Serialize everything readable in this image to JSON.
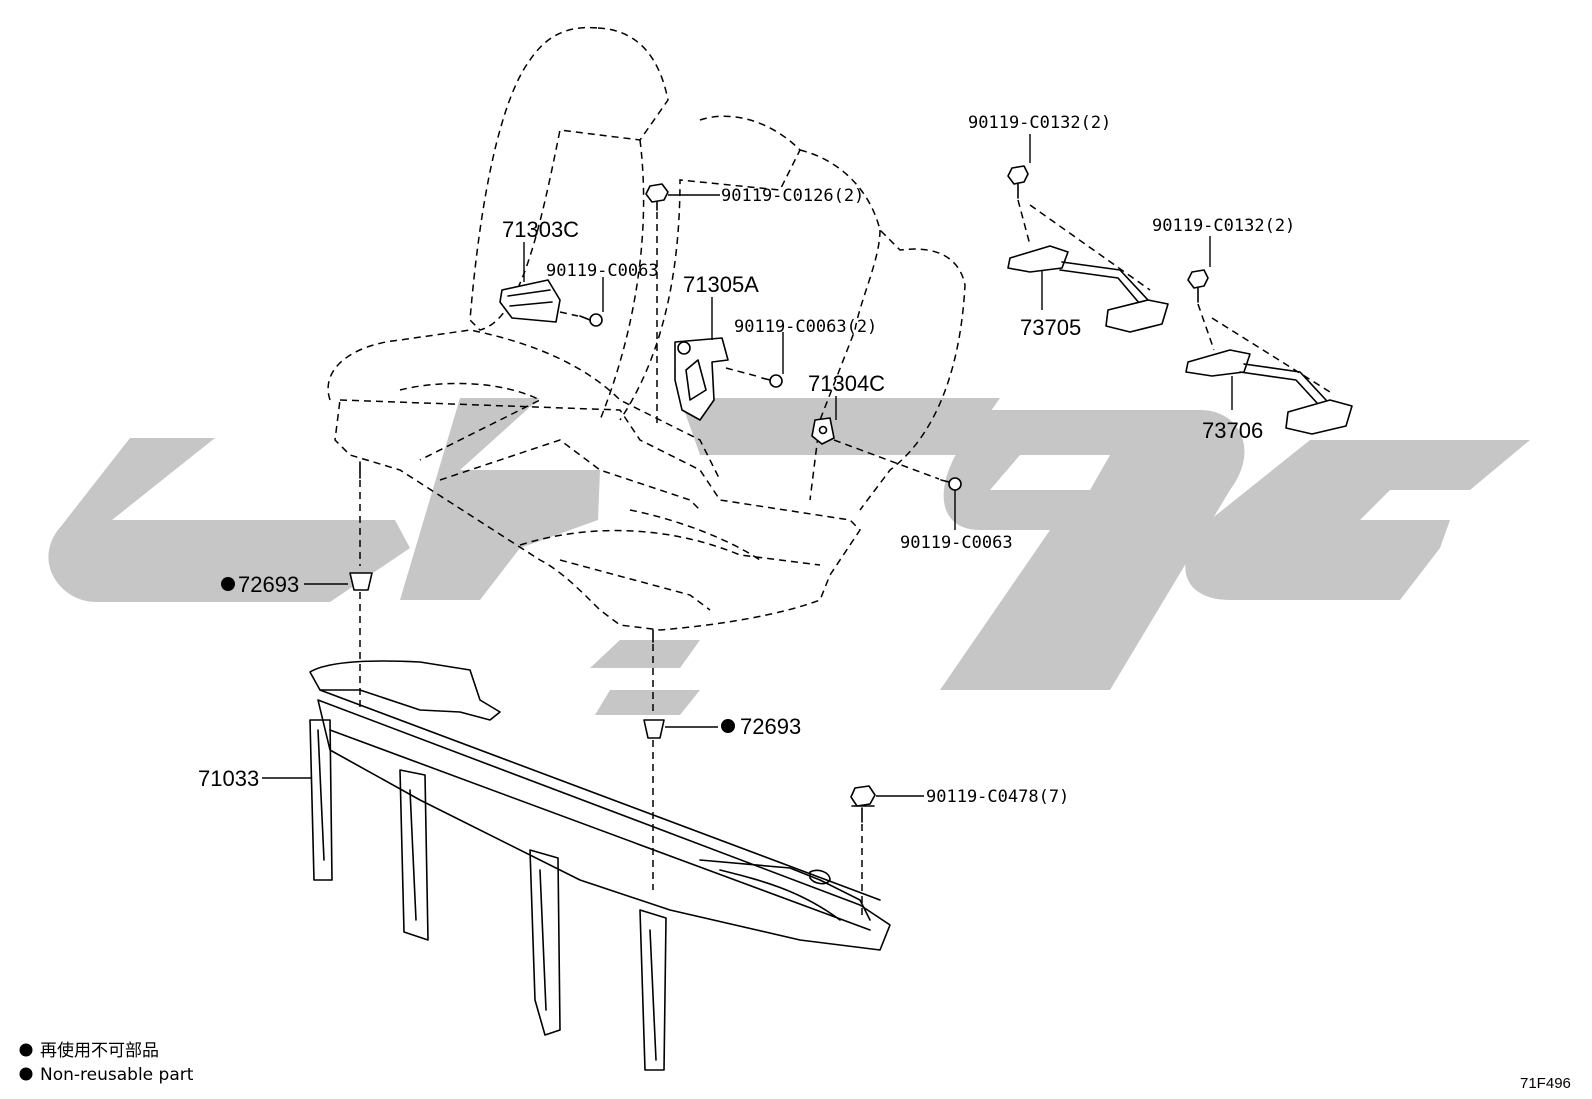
{
  "watermark": {
    "color": "#c6c6c6"
  },
  "labels": {
    "bolt_c0126": "90119-C0126(2)",
    "part_71303c": "71303C",
    "bolt_c0063_left": "90119-C0063",
    "part_71305a": "71305A",
    "bolt_c0063_2": "90119-C0063(2)",
    "part_71304c": "71304C",
    "bolt_c0063_right": "90119-C0063",
    "bolt_c0132_upper": "90119-C0132(2)",
    "part_73705": "73705",
    "bolt_c0132_lower": "90119-C0132(2)",
    "part_73706": "73706",
    "clip_72693_left": "72693",
    "clip_72693_right": "72693",
    "part_71033": "71033",
    "bolt_c0478": "90119-C0478(7)"
  },
  "legend": {
    "line_jp": "再使用不可部品",
    "line_en": "Non-reusable part"
  },
  "diagram_code": "71F496"
}
